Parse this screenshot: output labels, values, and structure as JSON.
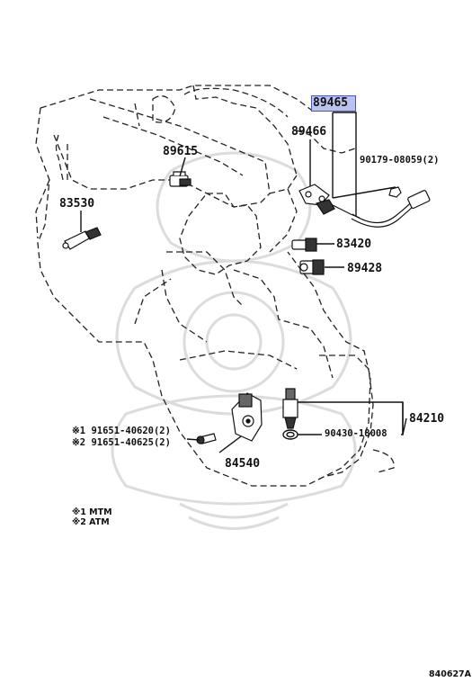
{
  "parts": {
    "highlighted": "89465",
    "p89466": "89466",
    "p89615": "89615",
    "p90179": "90179-08059(2)",
    "p83530": "83530",
    "p83420": "83420",
    "p89428": "89428",
    "p84210": "84210",
    "p90430": "90430-18008",
    "p91651a": "※1 91651-40620(2)",
    "p91651b": "※2 91651-40625(2)",
    "p84540": "84540"
  },
  "legend": {
    "line1": "※1 MTM",
    "line2": "※2 ATM"
  },
  "diagram_code": "840627A",
  "colors": {
    "highlight_fill": "#b9c3ee",
    "highlight_border": "#4c5aa8",
    "line": "#222222",
    "watermark": "#d8d8d8"
  }
}
